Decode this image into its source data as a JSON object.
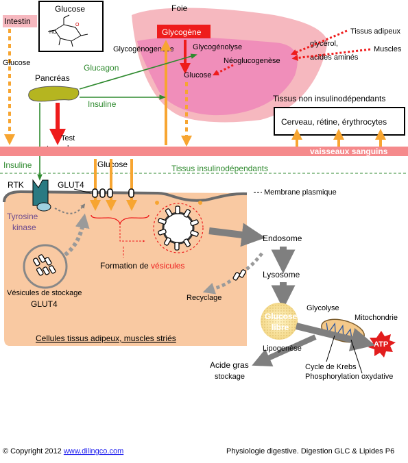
{
  "labels": {
    "foie": "Foie",
    "glucose_box": "Glucose",
    "intestin": "Intestin",
    "glucose_intestin": "Glucose",
    "glycogene": "Glycogène",
    "glycogenogenese": "Glycogénogenèse",
    "glycogenolyse": "Glycogénolyse",
    "glucose_foie": "Glucose",
    "neoglucogenese": "Néoglucogenèse",
    "tissus_adipeux": "Tissus adipeux",
    "glycerol": "glycérol,",
    "acides_amines": "acides aminés",
    "muscles": "Muscles",
    "pancreas": "Pancréas",
    "glucagon": "Glucagon",
    "insuline_top": "Insuline",
    "test": "Test",
    "taux_glucose": "taux glucose",
    "tissus_non_insulino": "Tissus non insulinodépendants",
    "cerveau": "Cerveau, rétine, érythrocytes",
    "vaisseaux": "vaisseaux sanguins",
    "insuline_left": "Insuline",
    "glucose_mid": "Glucose",
    "tissus_insulino": "Tissus insulinodépendants",
    "rtk": "RTK",
    "glut4_top": "GLUT4",
    "membrane": "Membrane plasmique",
    "tyrosine": "Tyrosine",
    "kinase": "kinase",
    "formation_de": "Formation de ",
    "vesicules": "vésicules",
    "endosome": "Endosome",
    "lysosome": "Lysosome",
    "vesicules_stockage": "Vésicules de stockage",
    "glut4_bottom": "GLUT4",
    "recyclage": "Recyclage",
    "glucose_libre_1": "Glucose",
    "glucose_libre_2": "libre",
    "glycolyse": "Glycolyse",
    "mitochondrie": "Mitochondrie",
    "cellules": "Cellules  tissus adipeux, muscles striés",
    "acide_gras": "Acide gras",
    "stockage": "stockage",
    "lipogenese": "Lipogenèse",
    "atp": "ATP",
    "cycle_krebs": "Cycle de Krebs",
    "phosphorylation": "Phosphorylation oxydative"
  },
  "footer": {
    "copyright": "© Copyright 2012 ",
    "link": "www.dilingco.com",
    "source": "Physiologie digestive. Digestion GLC & Lipides P6"
  },
  "colors": {
    "liver_outer": "#f6b8bf",
    "liver_inner": "#ef86b8",
    "vessel": "#f58a8c",
    "cell": "#f9c9a2",
    "orange_arrow": "#f7a531",
    "red": "#ee1c1c",
    "green": "#2f8a2f",
    "pancreas": "#b5b520",
    "gray_arrow": "#7f7f7f",
    "atp": "#e21d1d",
    "link": "#1a1aee"
  }
}
